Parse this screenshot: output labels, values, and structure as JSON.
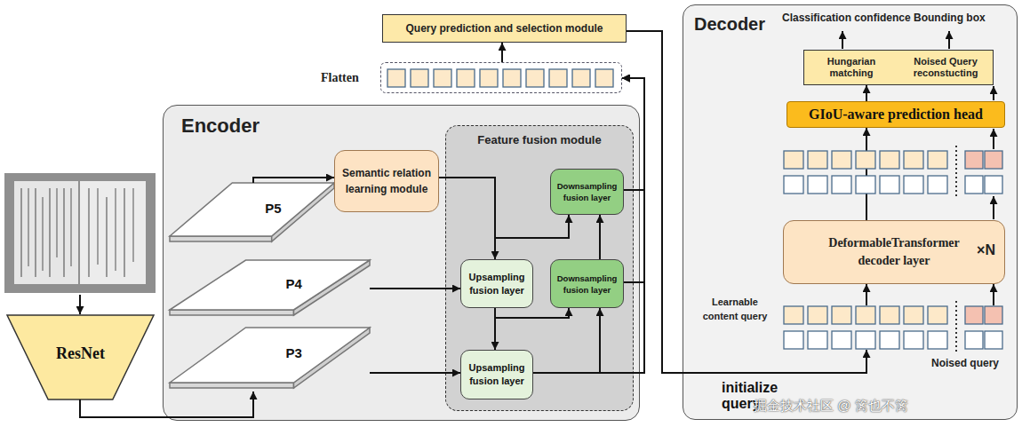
{
  "diagram": {
    "nodes": [
      {
        "text": [
          "Query prediction and selection module"
        ]
      },
      {
        "text": [
          "Flatten"
        ]
      },
      {
        "text": [
          "Encoder"
        ]
      },
      {
        "text": [
          "P5"
        ],
        "in": 2
      },
      {
        "text": [
          "P4"
        ],
        "in": 2
      },
      {
        "text": [
          "P3"
        ],
        "in": 2
      },
      {
        "text": [
          "Semantic relation learning module"
        ],
        "in": 2
      },
      {
        "text": [
          "Feature fusion module"
        ],
        "in": 2
      },
      {
        "text": [
          "Downsampling fusion layer"
        ],
        "in": 7
      },
      {
        "text": [
          "Upsampling fusion layer"
        ],
        "in": 7
      },
      {
        "text": [
          "Downsampling fusion layer"
        ],
        "in": 7
      },
      {
        "text": [
          "Upsampling fusion layer"
        ],
        "in": 7
      },
      {
        "text": [
          "ResNet"
        ]
      },
      {
        "text": [
          "Decoder"
        ]
      },
      {
        "text": [
          "Hungarian matching",
          "Noised Query reconstucting"
        ],
        "in": 13
      },
      {
        "text": [
          "GIoU-aware prediction head"
        ],
        "in": 13
      },
      {
        "text": [
          "DeformableTransformer decoder layer",
          "×N"
        ],
        "in": 13
      },
      {
        "text": [
          "Learnable content query"
        ],
        "in": 13
      },
      {
        "text": [
          "Noised query"
        ],
        "in": 13
      }
    ],
    "edges": [
      {
        "from": 12,
        "to": 5,
        "arrow": "to"
      },
      {
        "from": 3,
        "to": 6,
        "arrow": "to"
      },
      {
        "from": 6,
        "to": 9,
        "arrow": "to"
      },
      {
        "from": 6,
        "to": 8,
        "arrow": "to"
      },
      {
        "from": 4,
        "to": 9,
        "arrow": "to"
      },
      {
        "from": 9,
        "to": 11,
        "arrow": "to"
      },
      {
        "from": 9,
        "to": 10,
        "arrow": "to"
      },
      {
        "from": 5,
        "to": 11,
        "arrow": "to"
      },
      {
        "from": 11,
        "to": 10,
        "arrow": "to"
      },
      {
        "from": 10,
        "to": 8,
        "arrow": "to"
      },
      {
        "from": 8,
        "to": 1,
        "arrow": "to"
      },
      {
        "from": 10,
        "to": 1,
        "arrow": "to"
      },
      {
        "from": 11,
        "to": 1,
        "arrow": "to"
      },
      {
        "from": 1,
        "to": 0,
        "arrow": "to"
      },
      {
        "from": 0,
        "to": 17,
        "label": "initialize query",
        "arrow": "to"
      },
      {
        "from": 17,
        "to": 16,
        "arrow": "to"
      },
      {
        "from": 18,
        "to": 16,
        "arrow": "to"
      },
      {
        "from": 16,
        "to": 15,
        "arrow": "to"
      },
      {
        "from": 15,
        "to": 14,
        "arrow": "to"
      }
    ],
    "labels": [
      "Classification confidence Bounding box",
      "掘金技术社区 @ 篱也不篱"
    ]
  }
}
